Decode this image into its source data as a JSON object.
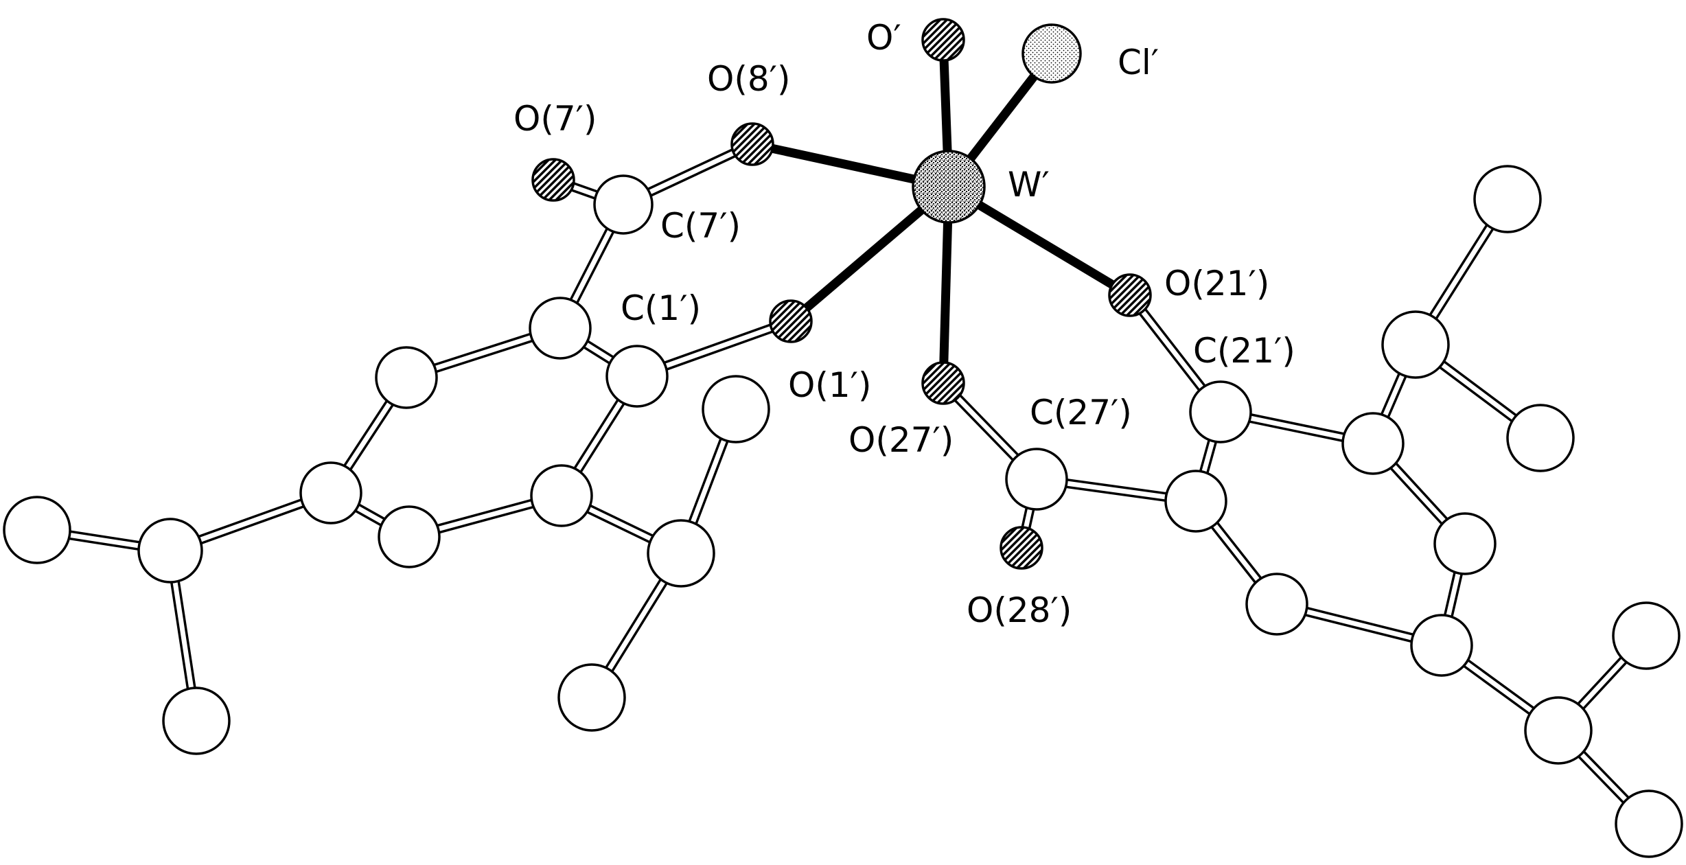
{
  "diagram": {
    "type": "molecular-structure",
    "labels": {
      "O_oxo": "O′",
      "Cl": "Cl′",
      "W": "W′",
      "O8": "O(8′)",
      "O7": "O(7′)",
      "C7": "C(7′)",
      "C1": "C(1′)",
      "O1": "O(1′)",
      "O21": "O(21′)",
      "C21": "C(21′)",
      "C27": "C(27′)",
      "O27": "O(27′)",
      "O28": "O(28′)"
    }
  }
}
